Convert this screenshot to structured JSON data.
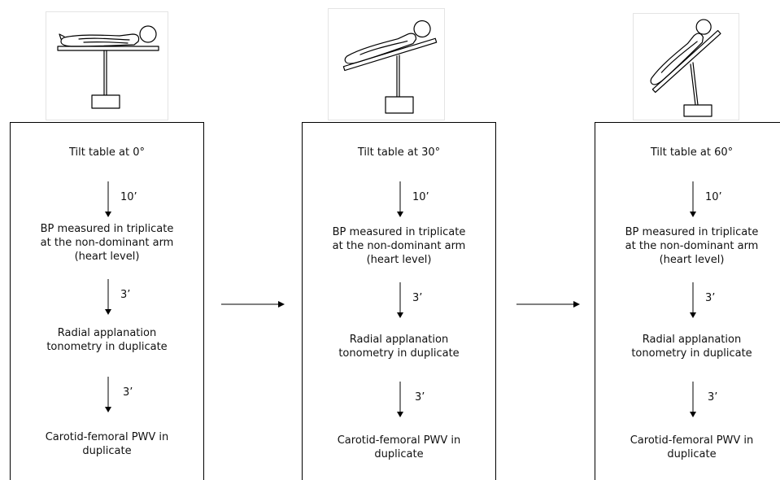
{
  "panels": [
    {
      "title": "Tilt table at 0°",
      "wait1": "10’",
      "step1": "BP measured in triplicate\nat the non-dominant arm\n(heart level)",
      "wait2": "3’",
      "step2": "Radial applanation\ntonometry in duplicate",
      "wait3": "3’",
      "step3": "Carotid-femoral PWV in\nduplicate"
    },
    {
      "title": "Tilt table at 30°",
      "wait1": "10’",
      "step1": "BP measured in triplicate\nat the non-dominant arm\n(heart level)",
      "wait2": "3’",
      "step2": "Radial applanation\ntonometry in duplicate",
      "wait3": "3’",
      "step3": "Carotid-femoral PWV in\nduplicate"
    },
    {
      "title": "Tilt table at 60°",
      "wait1": "10’",
      "step1": "BP measured in triplicate\nat the non-dominant arm\n(heart level)",
      "wait2": "3’",
      "step2": "Radial applanation\ntonometry in duplicate",
      "wait3": "3’",
      "step3": "Carotid-femoral PWV in\nduplicate"
    }
  ],
  "illustrations": [
    {
      "icon": "tilt-table-flat-icon",
      "tilt_degrees": 0
    },
    {
      "icon": "tilt-table-30-icon",
      "tilt_degrees": 30
    },
    {
      "icon": "tilt-table-60-icon",
      "tilt_degrees": 60
    }
  ],
  "colors": {
    "line": "#000000",
    "background": "#ffffff"
  }
}
